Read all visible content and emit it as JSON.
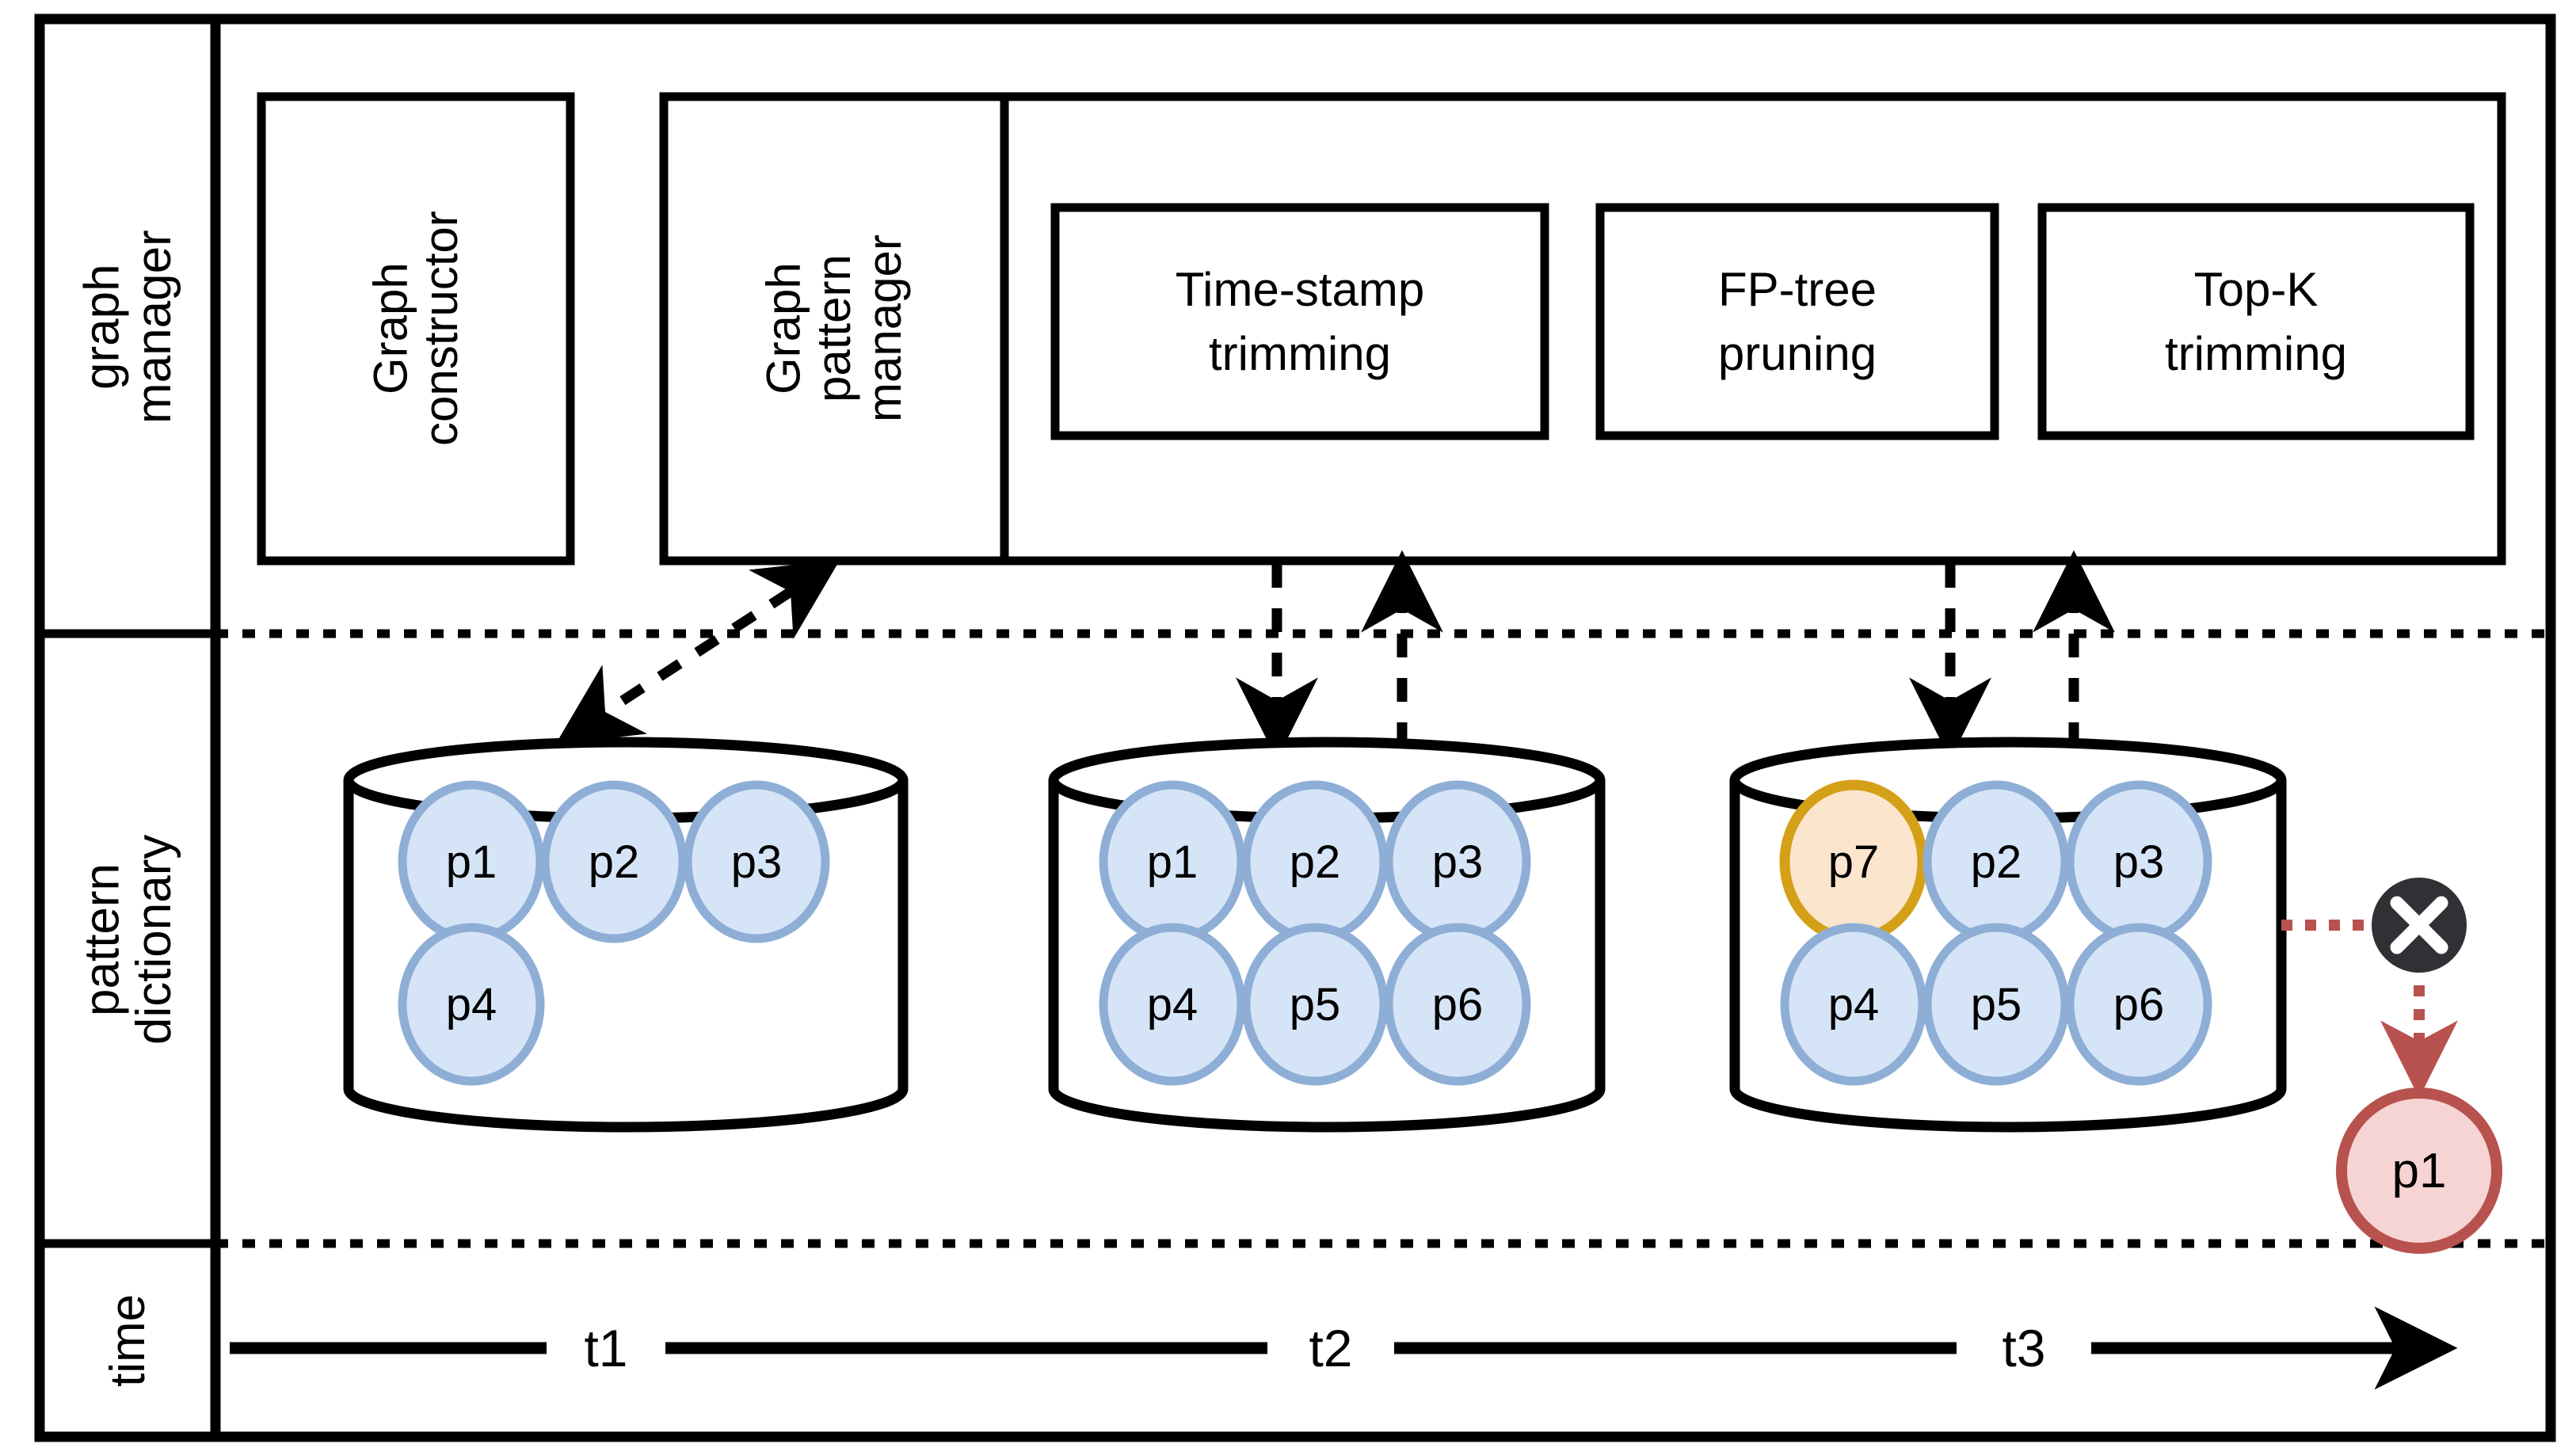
{
  "diagram": {
    "rows": [
      {
        "id": "graph-manager",
        "label": "graph\nmanager"
      },
      {
        "id": "pattern-dictionary",
        "label": "pattern\ndictionary"
      },
      {
        "id": "time",
        "label": "time"
      }
    ],
    "graph_manager": {
      "units": [
        {
          "id": "graph-constructor",
          "label": "Graph\nconstructor"
        },
        {
          "id": "graph-pattern-manager",
          "label": "Graph\npattern\nmanager"
        }
      ],
      "processes": [
        {
          "id": "time-stamp-trimming",
          "label": "Time-stamp\ntrimming"
        },
        {
          "id": "fp-tree-pruning",
          "label": "FP-tree\npruning"
        },
        {
          "id": "top-k-trimming",
          "label": "Top-K\ntrimming"
        }
      ]
    },
    "pattern_dictionary": {
      "stores": [
        {
          "id": "store-t1",
          "rows": [
            [
              {
                "label": "p1",
                "state": "normal"
              },
              {
                "label": "p2",
                "state": "normal"
              },
              {
                "label": "p3",
                "state": "normal"
              }
            ],
            [
              {
                "label": "p4",
                "state": "normal"
              }
            ]
          ]
        },
        {
          "id": "store-t2",
          "rows": [
            [
              {
                "label": "p1",
                "state": "normal"
              },
              {
                "label": "p2",
                "state": "normal"
              },
              {
                "label": "p3",
                "state": "normal"
              }
            ],
            [
              {
                "label": "p4",
                "state": "normal"
              },
              {
                "label": "p5",
                "state": "normal"
              },
              {
                "label": "p6",
                "state": "normal"
              }
            ]
          ]
        },
        {
          "id": "store-t3",
          "rows": [
            [
              {
                "label": "p7",
                "state": "new"
              },
              {
                "label": "p2",
                "state": "normal"
              },
              {
                "label": "p3",
                "state": "normal"
              }
            ],
            [
              {
                "label": "p4",
                "state": "normal"
              },
              {
                "label": "p5",
                "state": "normal"
              },
              {
                "label": "p6",
                "state": "normal"
              }
            ]
          ]
        }
      ],
      "removed": {
        "id": "removed-pattern",
        "label": "p1",
        "marker_icon": "close-circle-icon"
      }
    },
    "time_axis": {
      "ticks": [
        "t1",
        "t2",
        "t3"
      ],
      "arrow_icon": "arrow-right-icon"
    },
    "colors": {
      "node_fill": "#d6e4f7",
      "node_stroke": "#8eaed6",
      "new_node_fill": "#fce5cd",
      "new_node_stroke": "#d4a017",
      "removed_node_fill": "#f7d4d4",
      "removed_node_stroke": "#b8524f",
      "removed_marker_fill": "#2f3135",
      "removed_marker_glyph": "#ffffff",
      "outline": "#000000",
      "background": "#ffffff"
    }
  }
}
